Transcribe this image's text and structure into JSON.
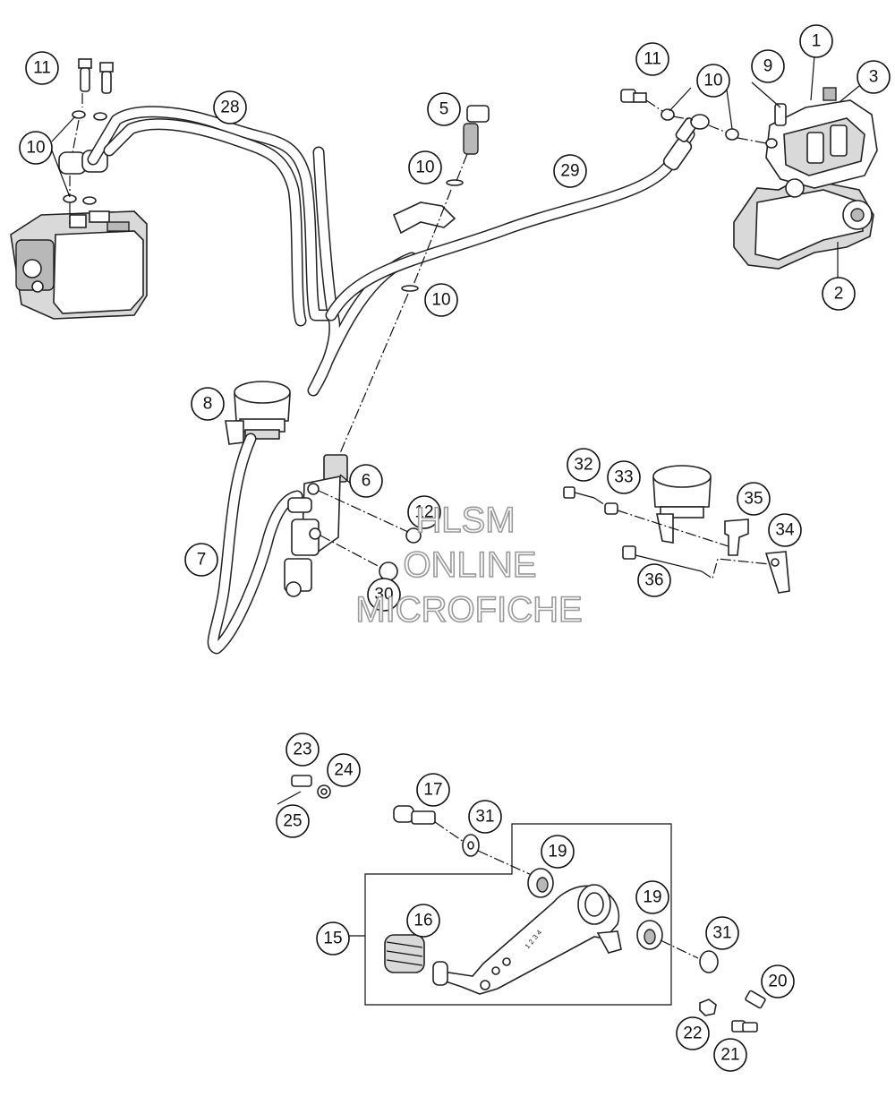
{
  "watermark": {
    "line1": "HLSM",
    "line2": "ONLINE",
    "line3": "MICROFICHE"
  },
  "callouts": [
    {
      "id": "c11a",
      "label": "11"
    },
    {
      "id": "c10a",
      "label": "10"
    },
    {
      "id": "c28",
      "label": "28"
    },
    {
      "id": "c5",
      "label": "5"
    },
    {
      "id": "c10b",
      "label": "10"
    },
    {
      "id": "c29",
      "label": "29"
    },
    {
      "id": "c10c",
      "label": "10"
    },
    {
      "id": "c11b",
      "label": "11"
    },
    {
      "id": "c10d",
      "label": "10"
    },
    {
      "id": "c9",
      "label": "9"
    },
    {
      "id": "c1",
      "label": "1"
    },
    {
      "id": "c3",
      "label": "3"
    },
    {
      "id": "c2",
      "label": "2"
    },
    {
      "id": "c8",
      "label": "8"
    },
    {
      "id": "c6",
      "label": "6"
    },
    {
      "id": "c12",
      "label": "12"
    },
    {
      "id": "c7",
      "label": "7"
    },
    {
      "id": "c30",
      "label": "30"
    },
    {
      "id": "c32",
      "label": "32"
    },
    {
      "id": "c33",
      "label": "33"
    },
    {
      "id": "c35",
      "label": "35"
    },
    {
      "id": "c34",
      "label": "34"
    },
    {
      "id": "c36",
      "label": "36"
    },
    {
      "id": "c23",
      "label": "23"
    },
    {
      "id": "c24",
      "label": "24"
    },
    {
      "id": "c25",
      "label": "25"
    },
    {
      "id": "c17",
      "label": "17"
    },
    {
      "id": "c31a",
      "label": "31"
    },
    {
      "id": "c19a",
      "label": "19"
    },
    {
      "id": "c19b",
      "label": "19"
    },
    {
      "id": "c16",
      "label": "16"
    },
    {
      "id": "c15",
      "label": "15"
    },
    {
      "id": "c31b",
      "label": "31"
    },
    {
      "id": "c20",
      "label": "20"
    },
    {
      "id": "c22",
      "label": "22"
    },
    {
      "id": "c21",
      "label": "21"
    }
  ],
  "pedal_marking": "1 2 3 4"
}
